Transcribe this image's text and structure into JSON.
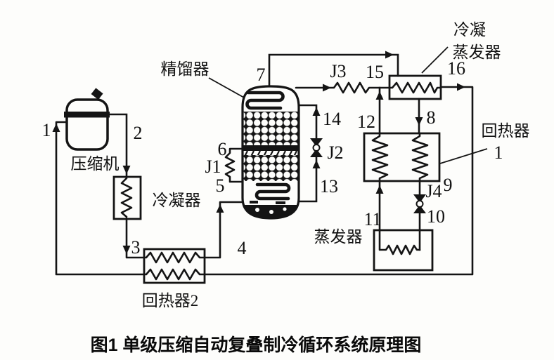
{
  "figure_title": "图1  单级压缩自动复叠制冷循环系统原理图",
  "labels": {
    "compressor": "压缩机",
    "condenser": "冷凝器",
    "regenerator2": "回热器2",
    "rectifier": "精馏器",
    "cascade_condenser_line1": "冷凝",
    "cascade_condenser_line2": "蒸发器",
    "regenerator1": "回热器",
    "regenerator1_num": "1",
    "evaporator": "蒸发器"
  },
  "valves": {
    "j1": "J1",
    "j2": "J2",
    "j3": "J3",
    "j4": "J4"
  },
  "state_points": {
    "p1": "1",
    "p2": "2",
    "p3": "3",
    "p4": "4",
    "p5": "5",
    "p6": "6",
    "p7": "7",
    "p8": "8",
    "p9": "9",
    "p10": "10",
    "p11": "11",
    "p12": "12",
    "p13": "13",
    "p14": "14",
    "p15": "15",
    "p16": "16"
  },
  "colors": {
    "ink": "#141414",
    "background": "#fdfdfb"
  }
}
